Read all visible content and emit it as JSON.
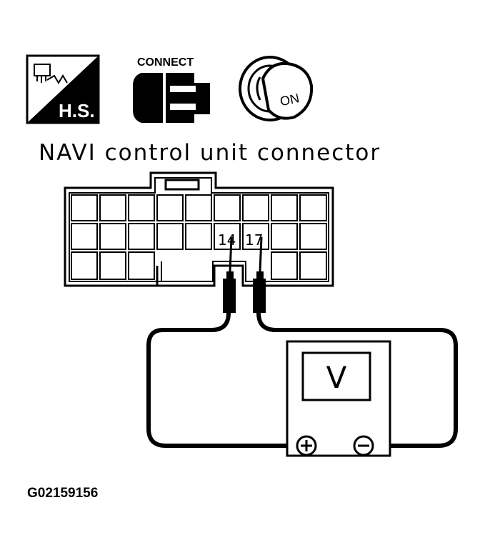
{
  "icons": {
    "harness_sign": {
      "icon": "harness-disconnect-icon",
      "label": "H.S."
    },
    "connect": {
      "icon": "connector-plug-icon",
      "label": "CONNECT"
    },
    "ignition": {
      "icon": "ignition-key-icon",
      "label": "ON"
    }
  },
  "connector_title": "NAVI control unit connector",
  "pins": {
    "positive": "14",
    "negative": "17"
  },
  "meter": {
    "label": "V",
    "positive_symbol": "+",
    "negative_symbol": "−"
  },
  "figure_id": "G02159156"
}
